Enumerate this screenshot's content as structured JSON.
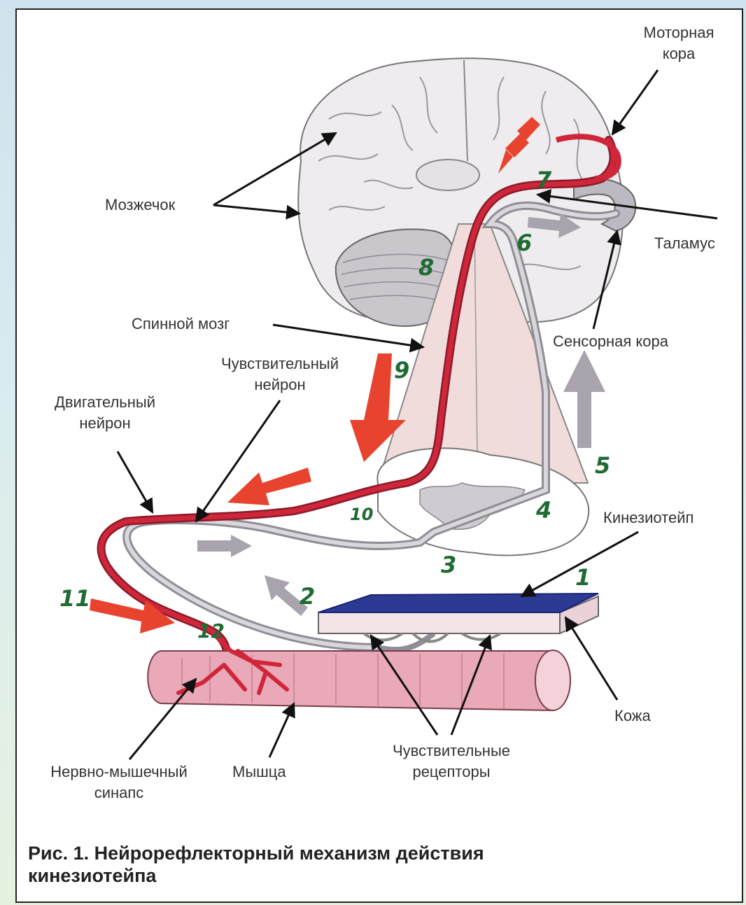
{
  "labels": {
    "motor_cortex": [
      "Моторная",
      "кора"
    ],
    "cerebellum": "Мозжечок",
    "thalamus": "Таламус",
    "spinal_cord": "Спинной мозг",
    "sensory_cortex": "Сенсорная кора",
    "sensory_neuron": [
      "Чувствительный",
      "нейрон"
    ],
    "motor_neuron": [
      "Двигательный",
      "нейрон"
    ],
    "kinesiotape": "Кинезиотейп",
    "skin": "Кожа",
    "neuromuscular_synapse": [
      "Нервно-мышечный",
      "синапс"
    ],
    "muscle": "Мышца",
    "sensory_receptors": [
      "Чувствительные",
      "рецепторы"
    ]
  },
  "numbers": [
    "1",
    "2",
    "3",
    "4",
    "5",
    "6",
    "7",
    "8",
    "9",
    "10",
    "11",
    "12"
  ],
  "caption": [
    "Рис. 1. Нейрорефлекторный механизм действия",
    "кинезиотейпа"
  ],
  "colors": {
    "motor_path": "#d0263a",
    "sensory_path": "#a09ea4",
    "arrow_red": "#e8432f",
    "arrow_grey": "#a8a3ac",
    "tape": "#2c3a94",
    "spinal_cord": "#f1dcdc",
    "muscle": "#e9a9b8",
    "number_green": "#1f6b33"
  }
}
